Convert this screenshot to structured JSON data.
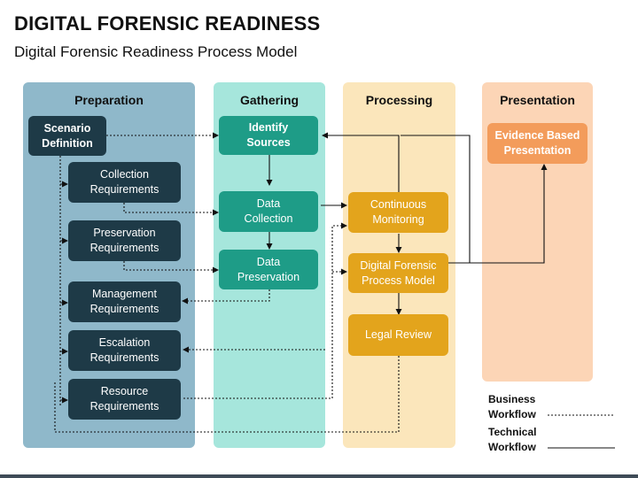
{
  "title": "DIGITAL FORENSIC READINESS",
  "subtitle": "Digital Forensic Readiness Process Model",
  "columns": {
    "preparation": {
      "label": "Preparation",
      "color": "#8fb8ca"
    },
    "gathering": {
      "label": "Gathering",
      "color": "#a6e6dc"
    },
    "processing": {
      "label": "Processing",
      "color": "#fbe6bb"
    },
    "presentation": {
      "label": "Presentation",
      "color": "#fcd5b6"
    }
  },
  "boxes": {
    "scenario_definition": "Scenario\nDefinition",
    "collection_requirements": "Collection\nRequirements",
    "preservation_requirements": "Preservation\nRequirements",
    "management_requirements": "Management\nRequirements",
    "escalation_requirements": "Escalation\nRequirements",
    "resource_requirements": "Resource\nRequirements",
    "identify_sources": "Identify\nSources",
    "data_collection": "Data\nCollection",
    "data_preservation": "Data\nPreservation",
    "continuous_monitoring": "Continuous\nMonitoring",
    "digital_forensic_process_model": "Digital Forensic\nProcess Model",
    "legal_review": "Legal Review",
    "evidence_based_presentation": "Evidence Based\nPresentation"
  },
  "legend": {
    "business": "Business\nWorkflow",
    "technical": "Technical\nWorkflow"
  },
  "colors": {
    "dark_box": "#1e3a47",
    "teal_box": "#1e9c87",
    "gold_box": "#e3a41c",
    "orange_box": "#f39c5b"
  }
}
